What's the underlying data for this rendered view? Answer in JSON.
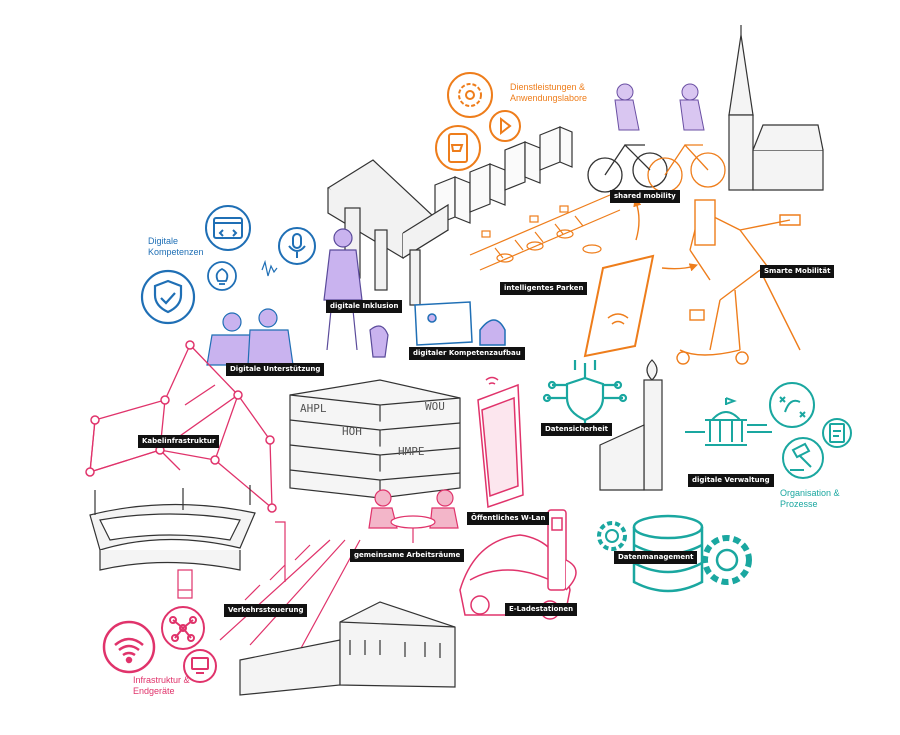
{
  "colors": {
    "blue": "#1f6fb5",
    "orange": "#ee7d1b",
    "pink": "#e0336b",
    "teal": "#1aa7a0",
    "purple": "#b69ae6",
    "ink": "#333333"
  },
  "categories": {
    "digital_skills": "Digitale\nKompetenzen",
    "services": "Dienstleistungen &\nAnwendungslabore",
    "organisation": "Organisation &\nProzesse",
    "infrastructure": "Infrastruktur &\nEndgeräte"
  },
  "labels": {
    "digital_inclusion": "digitale Inklusion",
    "digital_support": "Digitale Unterstützung",
    "skill_building": "digitaler Kompetenzaufbau",
    "smart_parking": "intelligentes Parken",
    "shared_mobility": "shared mobility",
    "smart_mobility": "Smarte Mobilität",
    "cable_infrastructure": "Kabelinfrastruktur",
    "data_security": "Datensicherheit",
    "digital_administration": "digitale Verwaltung",
    "public_wifi": "Öffentliches W-Lan",
    "coworking": "gemeinsame Arbeitsräume",
    "data_management": "Datenmanagement",
    "traffic_control": "Verkehrssteuerung",
    "ev_charging": "E-Ladestationen"
  },
  "facade_letters": {
    "l1": "AHPL",
    "l2": "HOH",
    "l3": "WOU",
    "l4": "HMPE"
  },
  "icons": [
    "browser-code-icon",
    "lightbulb-icon",
    "shield-check-icon",
    "microphone-icon",
    "gear-badge-icon",
    "tablet-cart-icon",
    "play-icon",
    "wifi-icon",
    "network-icon",
    "computer-icon",
    "strategy-icon",
    "clipboard-icon",
    "gavel-icon",
    "gear-icon",
    "database-icon",
    "chip-shield-icon",
    "government-building-icon"
  ]
}
